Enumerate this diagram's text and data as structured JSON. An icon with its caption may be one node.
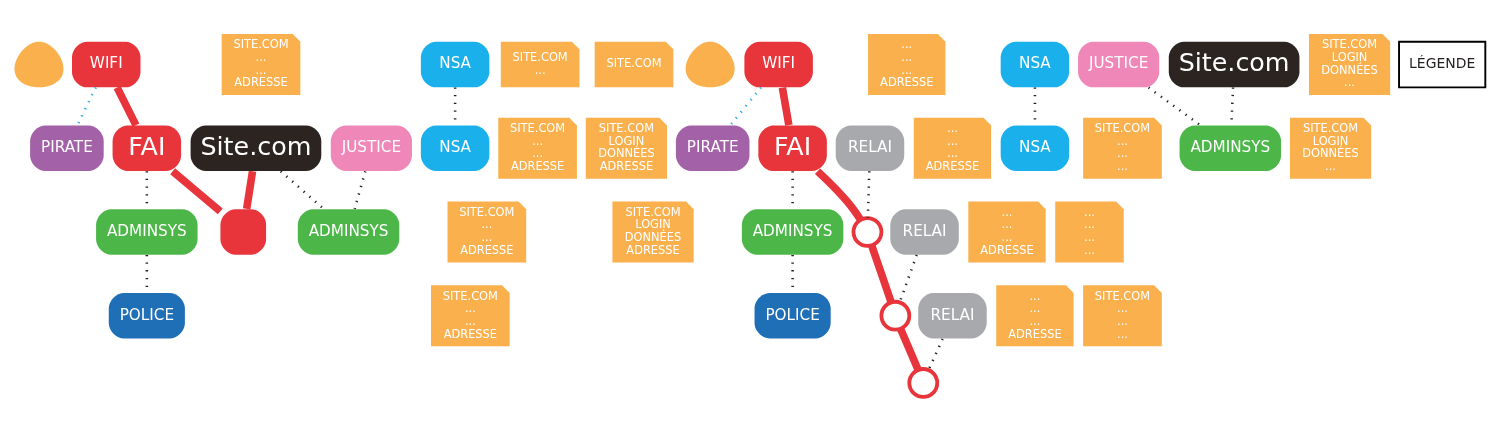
{
  "diagram": {
    "nodes": [
      {
        "text": [],
        "shape": "person"
      },
      {
        "text": [
          "WIFI"
        ]
      },
      {
        "text": [
          "PIRATE"
        ]
      },
      {
        "text": [
          "FAI"
        ]
      },
      {
        "text": [
          "ADMINSYS"
        ]
      },
      {
        "text": [
          "SITE.COM ... ... ADRESSE"
        ]
      },
      {
        "text": [
          "POLICE"
        ]
      },
      {
        "text": [
          "SITE.COM ... ... ADRESSE"
        ]
      },
      {
        "text": [
          "SITE.COM ... ... ADRESSE"
        ]
      },
      {
        "text": [
          "NSA"
        ]
      },
      {
        "text": [
          "SITE.COM ... ... ADRESSE"
        ]
      },
      {
        "text": [
          "NSA"
        ]
      },
      {
        "text": [
          "JUSTICE"
        ]
      },
      {
        "text": [
          "SITE.COM LOGIN DONNÉES ADRESSE"
        ]
      },
      {
        "text": [
          "Site.com"
        ]
      },
      {
        "text": [
          "ADMINSYS"
        ]
      },
      {
        "text": [
          "SITE.COM LOGIN DONNÉES ADRESSE"
        ]
      },
      {
        "text": [
          "SITE.COM ..."
        ]
      },
      {
        "text": [],
        "shape": "box"
      },
      {
        "text": [
          "SITE.COM"
        ]
      },
      {
        "text": [],
        "shape": "person"
      },
      {
        "text": [
          "WIFI"
        ]
      },
      {
        "text": [
          "PIRATE"
        ]
      },
      {
        "text": [
          "FAI"
        ]
      },
      {
        "text": [
          "ADMINSYS"
        ]
      },
      {
        "text": [
          "... ... ... ADRESSE"
        ]
      },
      {
        "text": [
          "POLICE"
        ]
      },
      {
        "text": [
          "... ... ... ADRESSE"
        ]
      },
      {
        "text": [
          "... ... ... ADRESSE"
        ]
      },
      {
        "text": [
          "RELAI"
        ]
      },
      {
        "text": [],
        "shape": "circle"
      },
      {
        "text": [
          "... ... ... ADRESSE"
        ]
      },
      {
        "text": [
          "NSA"
        ]
      },
      {
        "text": [
          "... ... ... ..."
        ]
      },
      {
        "text": [
          "RELAI"
        ]
      },
      {
        "text": [],
        "shape": "circle"
      },
      {
        "text": [
          "SITE.COM ... ... ..."
        ]
      },
      {
        "text": [
          "RELAI"
        ]
      },
      {
        "text": [],
        "shape": "circle"
      },
      {
        "text": [
          "SITE.COM ... ... ..."
        ]
      },
      {
        "text": [
          "NSA"
        ]
      },
      {
        "text": [
          "JUSTICE"
        ]
      },
      {
        "text": [
          "SITE.COM LOGIN DONNÉES ..."
        ]
      },
      {
        "text": [
          "Site.com"
        ]
      },
      {
        "text": [
          "ADMINSYS"
        ]
      },
      {
        "text": [
          "SITE.COM LOGIN DONNÉES ..."
        ]
      }
    ],
    "edges": [
      {
        "from": 1,
        "to": 2,
        "arrow": "none",
        "style": "dashed",
        "color": "#29abe2"
      },
      {
        "from": 1,
        "to": 3,
        "arrow": "none",
        "style": "thick",
        "color": "#e8343b"
      },
      {
        "from": 3,
        "to": 4,
        "arrow": "none",
        "style": "dashed"
      },
      {
        "from": 4,
        "to": 6,
        "arrow": "none",
        "style": "dashed"
      },
      {
        "from": 3,
        "to": 18,
        "arrow": "none",
        "style": "thick",
        "color": "#e8343b"
      },
      {
        "from": 9,
        "to": 11,
        "arrow": "none",
        "style": "dashed"
      },
      {
        "from": 14,
        "to": 15,
        "arrow": "none",
        "style": "dashed"
      },
      {
        "from": 12,
        "to": 15,
        "arrow": "none",
        "style": "dashed"
      },
      {
        "from": 14,
        "to": 18,
        "arrow": "none",
        "style": "thick",
        "color": "#e8343b"
      },
      {
        "from": 21,
        "to": 22,
        "arrow": "none",
        "style": "dashed",
        "color": "#29abe2"
      },
      {
        "from": 21,
        "to": 23,
        "arrow": "none",
        "style": "thick",
        "color": "#e8343b"
      },
      {
        "from": 23,
        "to": 24,
        "arrow": "none",
        "style": "dashed"
      },
      {
        "from": 24,
        "to": 26,
        "arrow": "none",
        "style": "dashed"
      },
      {
        "from": 23,
        "to": 30,
        "arrow": "none",
        "style": "thick",
        "color": "#e8343b"
      },
      {
        "from": 30,
        "to": 35,
        "arrow": "none",
        "style": "thick",
        "color": "#e8343b"
      },
      {
        "from": 35,
        "to": 38,
        "arrow": "none",
        "style": "thick",
        "color": "#e8343b"
      },
      {
        "from": 29,
        "to": 30,
        "arrow": "none",
        "style": "dashed"
      },
      {
        "from": 34,
        "to": 35,
        "arrow": "none",
        "style": "dashed"
      },
      {
        "from": 37,
        "to": 38,
        "arrow": "none",
        "style": "dashed"
      },
      {
        "from": 32,
        "to": 40,
        "arrow": "none",
        "style": "dashed"
      },
      {
        "from": 43,
        "to": 44,
        "arrow": "none",
        "style": "dashed"
      },
      {
        "from": 41,
        "to": 44,
        "arrow": "none",
        "style": "dashed"
      }
    ],
    "labels": [
      "LÉGENDE"
    ]
  }
}
